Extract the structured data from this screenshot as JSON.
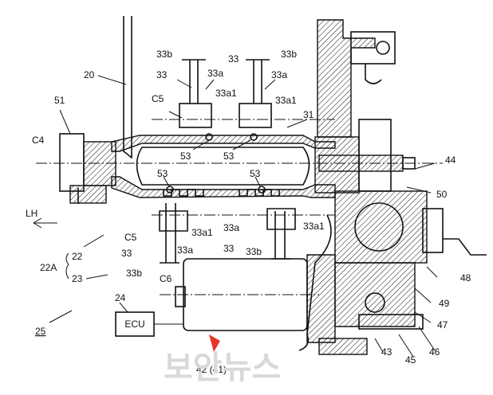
{
  "labels": {
    "l20": "20",
    "l51": "51",
    "l33b_top_l": "33b",
    "l33_top_l": "33",
    "l33a_top_l": "33a",
    "l33_top_r": "33",
    "l33b_top_r": "33b",
    "l33a_top_r": "33a",
    "lC5_top": "C5",
    "l33a1_top_l": "33a1",
    "l33a1_top_r": "33a1",
    "l31": "31",
    "lC4": "C4",
    "l53_a": "53",
    "l53_b": "53",
    "l53_c": "53",
    "l53_d": "53",
    "l44": "44",
    "l50": "50",
    "lLH": "LH",
    "lC5_bot": "C5",
    "l33a1_bot_l": "33a1",
    "l33a_bot_r": "33a",
    "l33a1_bot_r": "33a1",
    "l22": "22",
    "l33_bot_l": "33",
    "l33a_bot_l": "33a",
    "l33_bot_r": "33",
    "l33b_bot_r": "33b",
    "l22A": "22A",
    "l23": "23",
    "l33b_bot_l": "33b",
    "lC6": "C6",
    "l48": "48",
    "l24": "24",
    "l49": "49",
    "l25": "25",
    "l47": "47",
    "l43": "43",
    "l45": "45",
    "l46": "46",
    "l42": "42 (41)"
  },
  "ecu": {
    "label": "ECU"
  },
  "watermark": {
    "text": "보안뉴스"
  },
  "colors": {
    "ink": "#111111",
    "marker": "#e8332a",
    "watermark": "#d9d9d9"
  }
}
